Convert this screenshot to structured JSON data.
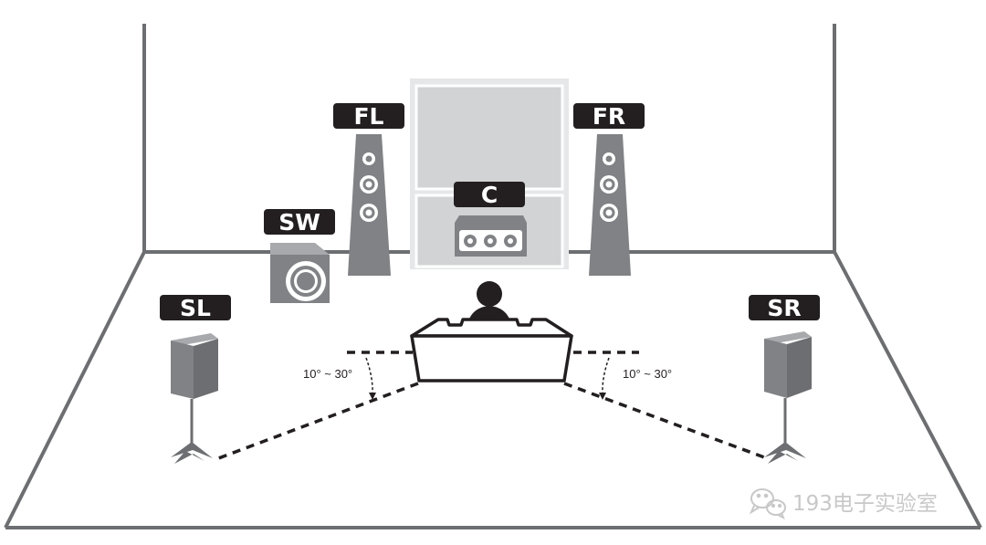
{
  "speakers": {
    "fl": "FL",
    "fr": "FR",
    "c": "C",
    "sw": "SW",
    "sl": "SL",
    "sr": "SR"
  },
  "angles": {
    "left": "10° ~ 30°",
    "right": "10° ~ 30°"
  },
  "watermark": {
    "icon": "wechat-icon",
    "text": "193电子实验室"
  },
  "colors": {
    "line": "#6d6e71",
    "label_bg": "#231f20",
    "speaker_gray": "#808285",
    "screen_gray": "#d1d3d4",
    "watermark": "#c8c8c8"
  }
}
